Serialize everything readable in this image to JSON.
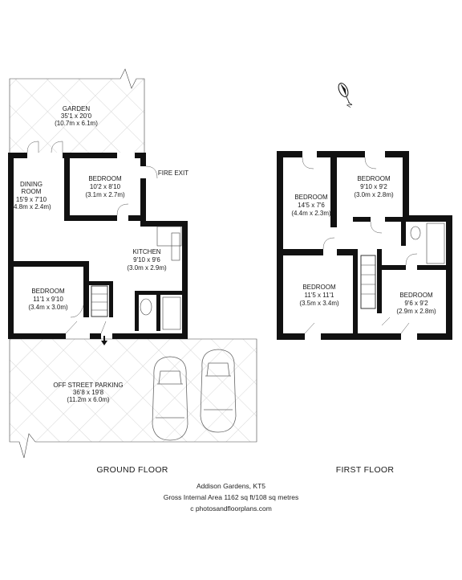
{
  "floors": {
    "ground": "GROUND FLOOR",
    "first": "FIRST FLOOR"
  },
  "rooms": {
    "garden": {
      "name": "GARDEN",
      "imperial": "35'1 x 20'0",
      "metric": "(10.7m x 6.1m)"
    },
    "dining": {
      "name1": "DINING",
      "name2": "ROOM",
      "imperial": "15'9 x 7'10",
      "metric": "(4.8m x 2.4m)"
    },
    "bed_g_top": {
      "name": "BEDROOM",
      "imperial": "10'2 x 8'10",
      "metric": "(3.1m x 2.7m)"
    },
    "fire_exit": "FIRE EXIT",
    "kitchen": {
      "name": "KITCHEN",
      "imperial": "9'10 x 9'6",
      "metric": "(3.0m x 2.9m)"
    },
    "bed_g_low": {
      "name": "BEDROOM",
      "imperial": "11'1 x 9'10",
      "metric": "(3.4m x 3.0m)"
    },
    "parking": {
      "name": "OFF STREET PARKING",
      "imperial": "36'8 x 19'8",
      "metric": "(11.2m x 6.0m)"
    },
    "bed_f1": {
      "name": "BEDROOM",
      "imperial": "14'5 x 7'6",
      "metric": "(4.4m x 2.3m)"
    },
    "bed_f2": {
      "name": "BEDROOM",
      "imperial": "9'10 x 9'2",
      "metric": "(3.0m x 2.8m)"
    },
    "bed_f3": {
      "name": "BEDROOM",
      "imperial": "11'5 x 11'1",
      "metric": "(3.5m x 3.4m)"
    },
    "bed_f4": {
      "name": "BEDROOM",
      "imperial": "9'6 x 9'2",
      "metric": "(2.9m x 2.8m)"
    }
  },
  "compass_label": "N",
  "footer": {
    "address": "Addison Gardens, KT5",
    "area": "Gross Internal Area 1162 sq ft/108 sq metres",
    "credit": "c photosandfloorplans.com"
  },
  "colors": {
    "wall": "#111111",
    "hatch": "#d6d6d6"
  }
}
